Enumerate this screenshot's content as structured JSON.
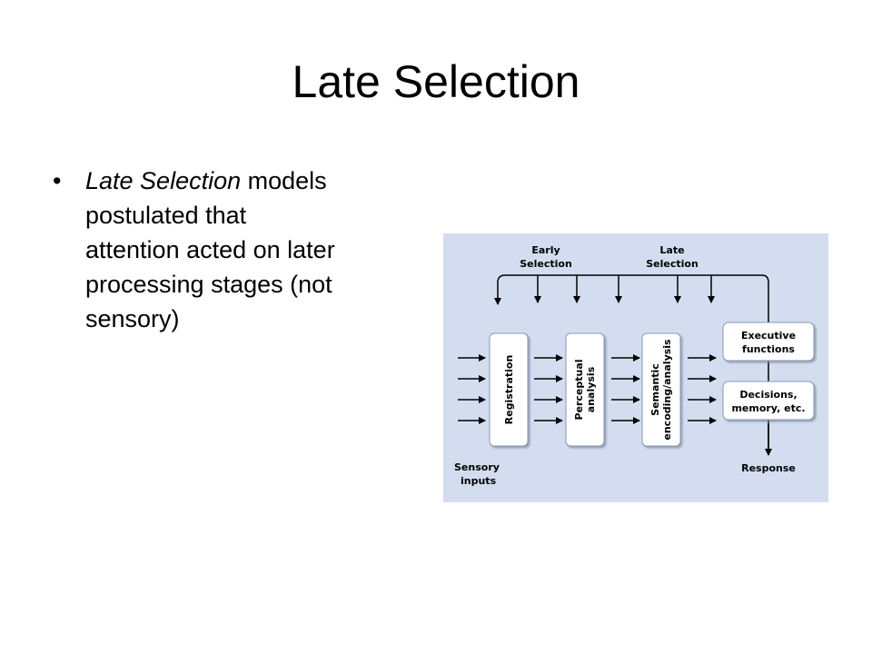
{
  "slide": {
    "title": "Late Selection",
    "bullet_symbol": "•",
    "bullet": {
      "emphasis": "Late Selection",
      "line1_rest": " models",
      "line2": "postulated that",
      "line3": "attention acted on later",
      "line4": "processing stages (not",
      "line5": "sensory)"
    }
  },
  "diagram": {
    "colors": {
      "background": "#d3ddef",
      "box_fill": "#ffffff",
      "box_stroke": "#8c97b0",
      "line": "#000000"
    },
    "labels": {
      "early_selection_1": "Early",
      "early_selection_2": "Selection",
      "late_selection_1": "Late",
      "late_selection_2": "Selection",
      "registration": "Registration",
      "perceptual_1": "Perceptual",
      "perceptual_2": "analysis",
      "semantic_1": "Semantic",
      "semantic_2": "encoding/analysis",
      "executive_1": "Executive",
      "executive_2": "functions",
      "decisions_1": "Decisions,",
      "decisions_2": "memory, etc.",
      "sensory_1": "Sensory",
      "sensory_2": "inputs",
      "response": "Response"
    }
  }
}
